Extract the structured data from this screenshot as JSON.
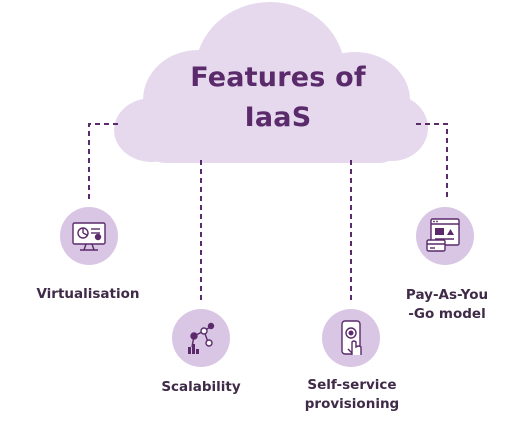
{
  "diagram": {
    "title_line1": "Features of",
    "title_line2": "IaaS",
    "features": [
      {
        "key": "virtualisation",
        "label": "Virtualisation",
        "icon": "computer-monitor-icon"
      },
      {
        "key": "scalability",
        "label": "Scalability",
        "icon": "network-nodes-icon"
      },
      {
        "key": "self-service",
        "label": "Self-service\nprovisioning",
        "icon": "smartphone-touch-icon"
      },
      {
        "key": "pay-as-you-go",
        "label": "Pay-As-You\n-Go model",
        "icon": "browser-payment-icon"
      }
    ]
  },
  "colors": {
    "cloud": "#e6d9ee",
    "badge": "#d9c6e5",
    "title": "#5a2a6b",
    "connector": "#5a2a6b",
    "icon_stroke": "#5a2a6b",
    "label": "#3f2a47"
  }
}
